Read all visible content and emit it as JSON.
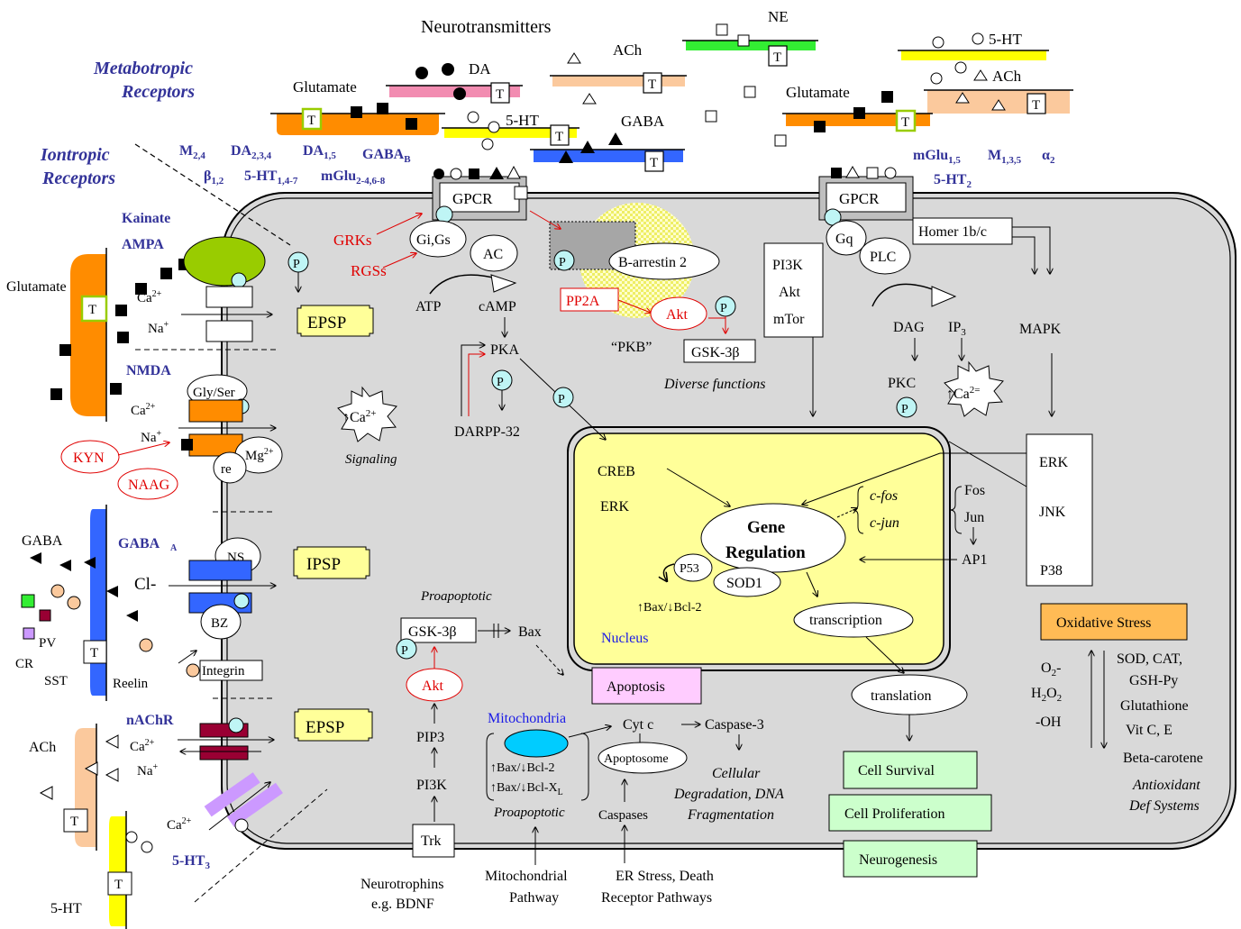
{
  "title": "Neurotransmitters",
  "sections": {
    "metabotropic": [
      "Metabotropic",
      "Receptors"
    ],
    "iontropic": [
      "Iontropic",
      "Receptors"
    ]
  },
  "nt_labels": {
    "glutamate_top": "Glutamate",
    "da": "DA",
    "ht_top": "5-HT",
    "ach_top": "ACh",
    "gaba_top": "GABA",
    "ne": "NE",
    "ht_right": "5-HT",
    "ach_right": "ACh",
    "glutamate_right": "Glutamate",
    "glutamate_left": "Glutamate",
    "gaba_left": "GABA",
    "ach_left": "ACh",
    "ht_left": "5-HT",
    "pv": "PV",
    "cr": "CR",
    "sst": "SST",
    "reelin": "Reelin",
    "t": "T"
  },
  "receptors_left_group": {
    "m24": "M",
    "m24_sub": "2,4",
    "da234": "DA",
    "da234_sub": "2,3,4",
    "da15": "DA",
    "da15_sub": "1,5",
    "gabab": "GABA",
    "gabab_sub": "B",
    "beta": "β",
    "beta_sub": "1,2",
    "ht147": "5-HT",
    "ht147_sub": "1,4-7",
    "mglu": "mGlu",
    "mglu_sub": "2-4,6-8"
  },
  "receptors_right_group": {
    "mglu15": "mGlu",
    "mglu15_sub": "1,5",
    "m135": "M",
    "m135_sub": "1,3,5",
    "alpha": "α",
    "alpha_sub": "2",
    "ht2": "5-HT",
    "ht2_sub": "2"
  },
  "ion_receptors": {
    "kainate": "Kainate",
    "ampa": "AMPA",
    "nmda": "NMDA",
    "gabaa": "GABA",
    "gabaa_sub": "A",
    "nachr": "nAChR",
    "ht3": "5-HT",
    "ht3_sub": "3"
  },
  "ions": {
    "ca": "Ca",
    "ca_sup": "2+",
    "na": "Na",
    "na_sup": "+",
    "cl": "Cl-"
  },
  "modulators": {
    "gly_ser": "Gly/Ser",
    "mg": "Mg",
    "mg_sup": "2+",
    "re": "re",
    "kyn": "KYN",
    "naag": "NAAG",
    "ns": "NS",
    "bz": "BZ",
    "integrin": "Integrin",
    "p": "P"
  },
  "potentials": {
    "epsp1": "EPSP",
    "ipsp": "IPSP",
    "epsp2": "EPSP"
  },
  "calcium_signal": {
    "label": "↑Ca",
    "sup": "2+",
    "caption": "Signaling"
  },
  "gpcr_left": {
    "gpcr": "GPCR",
    "gigs": "Gi,Gs",
    "ac": "AC",
    "grks": "GRKs",
    "rgss": "RGSs",
    "atp": "ATP",
    "camp": "cAMP",
    "pka": "PKA",
    "darpp": "DARPP-32",
    "barrestin": "B-arrestin 2",
    "pp2a": "PP2A",
    "akt": "Akt",
    "pkb": "“PKB”",
    "gsk": "GSK-3β",
    "diverse": "Diverse functions"
  },
  "pi3k_box": [
    "PI3K",
    "Akt",
    "mTor"
  ],
  "gpcr_right": {
    "gpcr": "GPCR",
    "gq": "Gq",
    "plc": "PLC",
    "homer": "Homer 1b/c",
    "dag": "DAG",
    "ip3": "IP",
    "ip3_sub": "3",
    "pkc": "PKC",
    "ca_label": "↑Ca",
    "ca_sup": "2=",
    "mapk": "MAPK"
  },
  "mapk_box": [
    "ERK",
    "JNK",
    "P38"
  ],
  "nucleus": {
    "creb": "CREB",
    "erk": "ERK",
    "gene": "Gene",
    "regulation": "Regulation",
    "cfos": "c-fos",
    "cjun": "c-jun",
    "fos": "Fos",
    "jun": "Jun",
    "ap1": "AP1",
    "p53": "P53",
    "sod1": "SOD1",
    "baxbcl": "↑Bax/↓Bcl-2",
    "transcription": "transcription",
    "label": "Nucleus"
  },
  "apoptosis": {
    "proapoptotic_top": "Proapoptotic",
    "gsk": "GSK-3β",
    "bax": "Bax",
    "akt": "Akt",
    "pip3": "PIP3",
    "pi3k": "PI3K",
    "trk": "Trk",
    "apoptosis_box": "Apoptosis",
    "mitochondria": "Mitochondria",
    "baxbcl2": "↑Bax/↓Bcl-2",
    "baxbclxl": "↑Bax/↓Bcl-X",
    "baxbclxl_sub": "L",
    "proapoptotic_bottom": "Proapoptotic",
    "cytc": "Cyt c",
    "apoptosome": "Apoptosome",
    "caspase3": "Caspase-3",
    "caspases": "Caspases",
    "cellular": [
      "Cellular",
      "Degradation, DNA",
      "Fragmentation"
    ]
  },
  "bottom_inputs": {
    "neurotrophins": [
      "Neurotrophins",
      "e.g. BDNF"
    ],
    "mito_path": [
      "Mitochondrial",
      "Pathway"
    ],
    "er_stress": [
      "ER Stress, Death",
      "Receptor  Pathways"
    ]
  },
  "outcomes": {
    "translation": "translation",
    "survival": "Cell Survival",
    "proliferation": "Cell Proliferation",
    "neurogenesis": "Neurogenesis"
  },
  "oxidative": {
    "title": "Oxidative Stress",
    "o2": "O",
    "o2_sub": "2",
    "o2_tail": "-",
    "h2o2": "H",
    "h2o2_sub1": "2",
    "h2o2_mid": "O",
    "h2o2_sub2": "2",
    "oh": "-OH",
    "defenses": [
      "SOD, CAT,",
      "GSH-Py",
      "Glutathione",
      "Vit C, E",
      "Beta-carotene"
    ],
    "caption": [
      "Antioxidant",
      "Def Systems"
    ]
  },
  "colors": {
    "glutamate": "#ff8c00",
    "da": "#f28cb1",
    "ht": "#ffff00",
    "ach": "#fbc99d",
    "gaba": "#3366ff",
    "ne": "#33ee33",
    "cell": "#d9d9d9",
    "nucleus": "#ffff99",
    "ampa": "#99cc00",
    "potential": "#ffff99",
    "oxidative": "#ffbb55",
    "outcome": "#ccffcc",
    "apoptosis": "#ffccff",
    "mito": "#00ccff",
    "phospho": "#bff5f5",
    "label_blue": "#333399",
    "red": "#e00000"
  }
}
